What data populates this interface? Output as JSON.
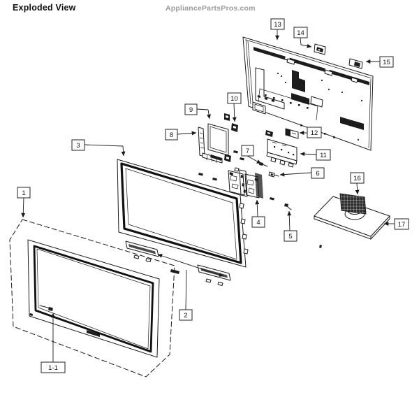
{
  "header": {
    "title": "Exploded View",
    "watermark": "AppliancePartsPros.com"
  },
  "colors": {
    "line": "#1a1a1a",
    "dark_fill": "#1c1c1c",
    "watermark_gray": "#9b9b9b",
    "background": "#ffffff"
  },
  "callouts": [
    {
      "id": "1",
      "label": "1"
    },
    {
      "id": "1-1",
      "label": "1-1"
    },
    {
      "id": "2",
      "label": "2"
    },
    {
      "id": "3",
      "label": "3"
    },
    {
      "id": "4",
      "label": "4"
    },
    {
      "id": "5",
      "label": "5"
    },
    {
      "id": "6",
      "label": "6"
    },
    {
      "id": "7",
      "label": "7"
    },
    {
      "id": "8",
      "label": "8"
    },
    {
      "id": "9",
      "label": "9"
    },
    {
      "id": "10",
      "label": "10"
    },
    {
      "id": "11",
      "label": "11"
    },
    {
      "id": "12",
      "label": "12"
    },
    {
      "id": "13",
      "label": "13"
    },
    {
      "id": "14",
      "label": "14"
    },
    {
      "id": "15",
      "label": "15"
    },
    {
      "id": "16",
      "label": "16"
    },
    {
      "id": "17",
      "label": "17"
    }
  ]
}
